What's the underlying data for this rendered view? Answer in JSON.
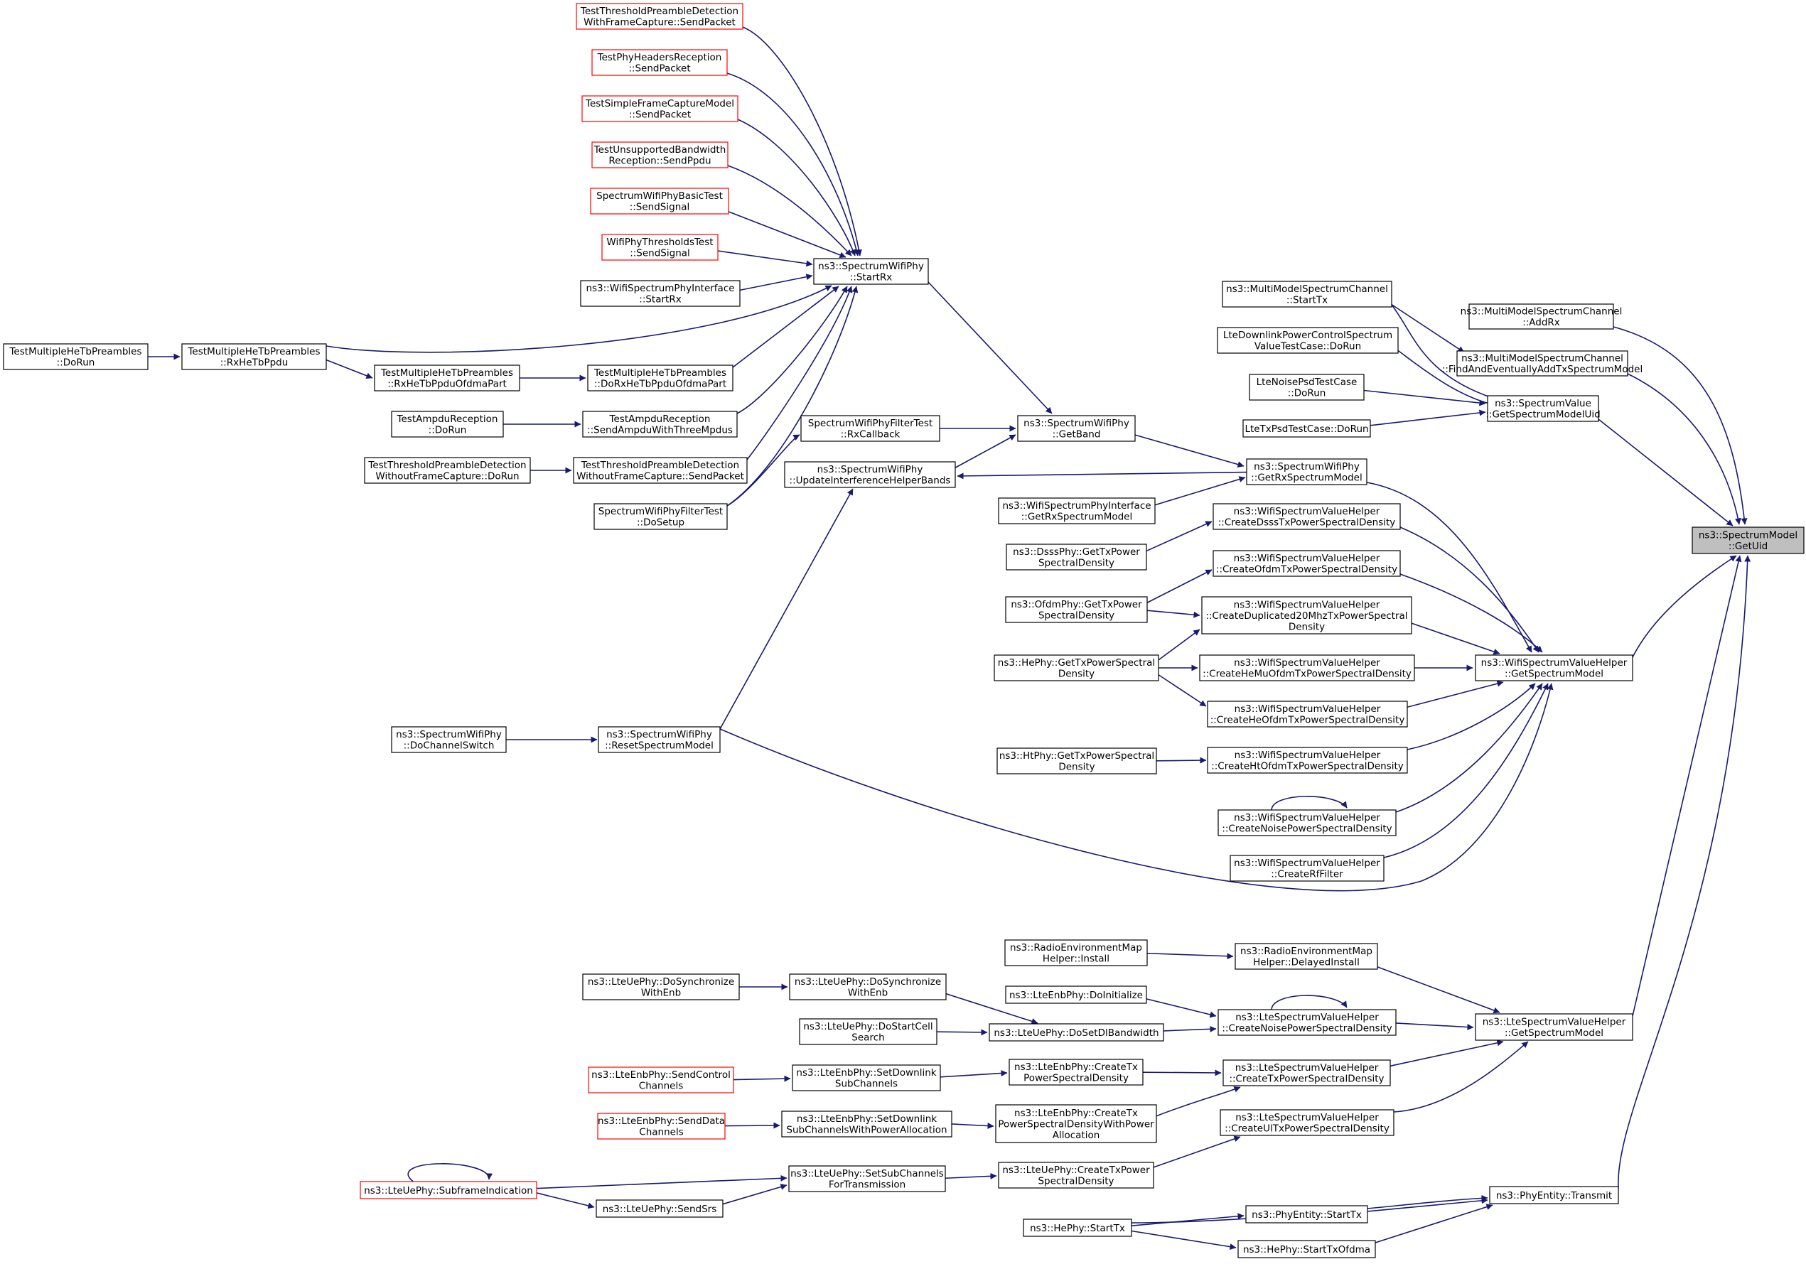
{
  "colors": {
    "edge": "#191970",
    "node_border": "#000000",
    "external_border": "#ff0000",
    "root_fill": "#bfbfbf",
    "node_fill": "#ffffff"
  },
  "nodes": [
    {
      "id": "root",
      "lines": [
        "ns3::SpectrumModel",
        "::GetUid"
      ],
      "style": "root"
    },
    {
      "id": "mmsc_addrx",
      "lines": [
        "ns3::MultiModelSpectrumChannel",
        "::AddRx"
      ]
    },
    {
      "id": "mmsc_find",
      "lines": [
        "ns3::MultiModelSpectrumChannel",
        "::FindAndEventuallyAddTxSpectrumModel"
      ]
    },
    {
      "id": "sv_getuid",
      "lines": [
        "ns3::SpectrumValue",
        "::GetSpectrumModelUid"
      ]
    },
    {
      "id": "wsvh_gsm",
      "lines": [
        "ns3::WifiSpectrumValueHelper",
        "::GetSpectrumModel"
      ]
    },
    {
      "id": "lsvh_gsm",
      "lines": [
        "ns3::LteSpectrumValueHelper",
        "::GetSpectrumModel"
      ]
    },
    {
      "id": "phyentity_transmit",
      "lines": [
        "ns3::PhyEntity::Transmit"
      ]
    },
    {
      "id": "mmsc_starttx",
      "lines": [
        "ns3::MultiModelSpectrumChannel",
        "::StartTx"
      ]
    },
    {
      "id": "ltedl_dorun",
      "lines": [
        "LteDownlinkPowerControlSpectrum",
        "ValueTestCase::DoRun"
      ]
    },
    {
      "id": "ltenoise_dorun",
      "lines": [
        "LteNoisePsdTestCase",
        "::DoRun"
      ]
    },
    {
      "id": "ltetx_dorun",
      "lines": [
        "LteTxPsdTestCase::DoRun"
      ]
    },
    {
      "id": "swp_getrxsm",
      "lines": [
        "ns3::SpectrumWifiPhy",
        "::GetRxSpectrumModel"
      ]
    },
    {
      "id": "wsvh_dsss",
      "lines": [
        "ns3::WifiSpectrumValueHelper",
        "::CreateDsssTxPowerSpectralDensity"
      ]
    },
    {
      "id": "wsvh_ofdm",
      "lines": [
        "ns3::WifiSpectrumValueHelper",
        "::CreateOfdmTxPowerSpectralDensity"
      ]
    },
    {
      "id": "wsvh_dup20",
      "lines": [
        "ns3::WifiSpectrumValueHelper",
        "::CreateDuplicated20MhzTxPowerSpectral",
        "Density"
      ]
    },
    {
      "id": "wsvh_hemu",
      "lines": [
        "ns3::WifiSpectrumValueHelper",
        "::CreateHeMuOfdmTxPowerSpectralDensity"
      ]
    },
    {
      "id": "wsvh_heofdm",
      "lines": [
        "ns3::WifiSpectrumValueHelper",
        "::CreateHeOfdmTxPowerSpectralDensity"
      ]
    },
    {
      "id": "wsvh_htofdm",
      "lines": [
        "ns3::WifiSpectrumValueHelper",
        "::CreateHtOfdmTxPowerSpectralDensity"
      ]
    },
    {
      "id": "wsvh_noise",
      "lines": [
        "ns3::WifiSpectrumValueHelper",
        "::CreateNoisePowerSpectralDensity"
      ]
    },
    {
      "id": "wsvh_rf",
      "lines": [
        "ns3::WifiSpectrumValueHelper",
        "::CreateRfFilter"
      ]
    },
    {
      "id": "swp_getband",
      "lines": [
        "ns3::SpectrumWifiPhy",
        "::GetBand"
      ]
    },
    {
      "id": "wspi_getrxsm",
      "lines": [
        "ns3::WifiSpectrumPhyInterface",
        "::GetRxSpectrumModel"
      ]
    },
    {
      "id": "dsss_gettx",
      "lines": [
        "ns3::DsssPhy::GetTxPower",
        "SpectralDensity"
      ]
    },
    {
      "id": "ofdm_gettx",
      "lines": [
        "ns3::OfdmPhy::GetTxPower",
        "SpectralDensity"
      ]
    },
    {
      "id": "he_gettx",
      "lines": [
        "ns3::HePhy::GetTxPowerSpectral",
        "Density"
      ]
    },
    {
      "id": "ht_gettx",
      "lines": [
        "ns3::HtPhy::GetTxPowerSpectral",
        "Density"
      ]
    },
    {
      "id": "swp_startrx",
      "lines": [
        "ns3::SpectrumWifiPhy",
        "::StartRx"
      ]
    },
    {
      "id": "swpft_rxcb",
      "lines": [
        "SpectrumWifiPhyFilterTest",
        "::RxCallback"
      ]
    },
    {
      "id": "swp_updateibands",
      "lines": [
        "ns3::SpectrumWifiPhy",
        "::UpdateInterferenceHelperBands"
      ]
    },
    {
      "id": "swp_resetsm",
      "lines": [
        "ns3::SpectrumWifiPhy",
        "::ResetSpectrumModel"
      ]
    },
    {
      "id": "swp_dochsw",
      "lines": [
        "ns3::SpectrumWifiPhy",
        "::DoChannelSwitch"
      ]
    },
    {
      "id": "t_tpd_wfc",
      "lines": [
        "TestThresholdPreambleDetection",
        "WithFrameCapture::SendPacket"
      ],
      "style": "external"
    },
    {
      "id": "t_phr",
      "lines": [
        "TestPhyHeadersReception",
        "::SendPacket"
      ],
      "style": "external"
    },
    {
      "id": "t_sfcm",
      "lines": [
        "TestSimpleFrameCaptureModel",
        "::SendPacket"
      ],
      "style": "external"
    },
    {
      "id": "t_ubr",
      "lines": [
        "TestUnsupportedBandwidth",
        "Reception::SendPpdu"
      ],
      "style": "external"
    },
    {
      "id": "t_swpbt",
      "lines": [
        "SpectrumWifiPhyBasicTest",
        "::SendSignal"
      ],
      "style": "external"
    },
    {
      "id": "t_wpt",
      "lines": [
        "WifiPhyThresholdsTest",
        "::SendSignal"
      ],
      "style": "external"
    },
    {
      "id": "wspi_startrx",
      "lines": [
        "ns3::WifiSpectrumPhyInterface",
        "::StartRx"
      ]
    },
    {
      "id": "tmhtp_dorxofdma",
      "lines": [
        "TestMultipleHeTbPreambles",
        "::DoRxHeTbPpduOfdmaPart"
      ]
    },
    {
      "id": "tar_sendampdu",
      "lines": [
        "TestAmpduReception",
        "::SendAmpduWithThreeMpdus"
      ]
    },
    {
      "id": "t_tpd_wofc",
      "lines": [
        "TestThresholdPreambleDetection",
        "WithoutFrameCapture::SendPacket"
      ]
    },
    {
      "id": "swpft_dosetup",
      "lines": [
        "SpectrumWifiPhyFilterTest",
        "::DoSetup"
      ]
    },
    {
      "id": "tmhtp_rxofdma",
      "lines": [
        "TestMultipleHeTbPreambles",
        "::RxHeTbPpduOfdmaPart"
      ]
    },
    {
      "id": "tar_dorun",
      "lines": [
        "TestAmpduReception",
        "::DoRun"
      ]
    },
    {
      "id": "t_tpd_wofc_dorun",
      "lines": [
        "TestThresholdPreambleDetection",
        "WithoutFrameCapture::DoRun"
      ]
    },
    {
      "id": "tmhtp_rxhetb",
      "lines": [
        "TestMultipleHeTbPreambles",
        "::RxHeTbPpdu"
      ]
    },
    {
      "id": "tmhtp_dorun",
      "lines": [
        "TestMultipleHeTbPreambles",
        "::DoRun"
      ]
    },
    {
      "id": "rem_delayed",
      "lines": [
        "ns3::RadioEnvironmentMap",
        "Helper::DelayedInstall"
      ]
    },
    {
      "id": "rem_install",
      "lines": [
        "ns3::RadioEnvironmentMap",
        "Helper::Install"
      ]
    },
    {
      "id": "lsvh_noise",
      "lines": [
        "ns3::LteSpectrumValueHelper",
        "::CreateNoisePowerSpectralDensity"
      ]
    },
    {
      "id": "lsvh_tx",
      "lines": [
        "ns3::LteSpectrumValueHelper",
        "::CreateTxPowerSpectralDensity"
      ]
    },
    {
      "id": "lsvh_ultx",
      "lines": [
        "ns3::LteSpectrumValueHelper",
        "::CreateUlTxPowerSpectralDensity"
      ]
    },
    {
      "id": "lep_doinit",
      "lines": [
        "ns3::LteEnbPhy::DoInitialize"
      ]
    },
    {
      "id": "lup_dosetdlbw",
      "lines": [
        "ns3::LteUePhy::DoSetDlBandwidth"
      ]
    },
    {
      "id": "lep_ctxpsd",
      "lines": [
        "ns3::LteEnbPhy::CreateTx",
        "PowerSpectralDensity"
      ]
    },
    {
      "id": "lep_ctxpsdwpa",
      "lines": [
        "ns3::LteEnbPhy::CreateTx",
        "PowerSpectralDensityWithPower",
        "Allocation"
      ]
    },
    {
      "id": "lup_ctxpsd",
      "lines": [
        "ns3::LteUePhy::CreateTxPower",
        "SpectralDensity"
      ]
    },
    {
      "id": "lup_dosync2",
      "lines": [
        "ns3::LteUePhy::DoSynchronize",
        "WithEnb"
      ]
    },
    {
      "id": "lup_dostartcell",
      "lines": [
        "ns3::LteUePhy::DoStartCell",
        "Search"
      ]
    },
    {
      "id": "lep_setdlsc",
      "lines": [
        "ns3::LteEnbPhy::SetDownlink",
        "SubChannels"
      ]
    },
    {
      "id": "lep_setdlscwpa",
      "lines": [
        "ns3::LteEnbPhy::SetDownlink",
        "SubChannelsWithPowerAllocation"
      ]
    },
    {
      "id": "lup_setsubch",
      "lines": [
        "ns3::LteUePhy::SetSubChannels",
        "ForTransmission"
      ]
    },
    {
      "id": "lup_dosync1",
      "lines": [
        "ns3::LteUePhy::DoSynchronize",
        "WithEnb"
      ]
    },
    {
      "id": "lep_sendctrl",
      "lines": [
        "ns3::LteEnbPhy::SendControl",
        "Channels"
      ],
      "style": "external"
    },
    {
      "id": "lep_senddata",
      "lines": [
        "ns3::LteEnbPhy::SendData",
        "Channels"
      ],
      "style": "external"
    },
    {
      "id": "lup_subframe",
      "lines": [
        "ns3::LteUePhy::SubframeIndication"
      ],
      "style": "external"
    },
    {
      "id": "lup_sendsrs",
      "lines": [
        "ns3::LteUePhy::SendSrs"
      ]
    },
    {
      "id": "pe_starttx",
      "lines": [
        "ns3::PhyEntity::StartTx"
      ]
    },
    {
      "id": "hp_starttx",
      "lines": [
        "ns3::HePhy::StartTx"
      ]
    },
    {
      "id": "hp_starttxofdma",
      "lines": [
        "ns3::HePhy::StartTxOfdma"
      ]
    }
  ]
}
